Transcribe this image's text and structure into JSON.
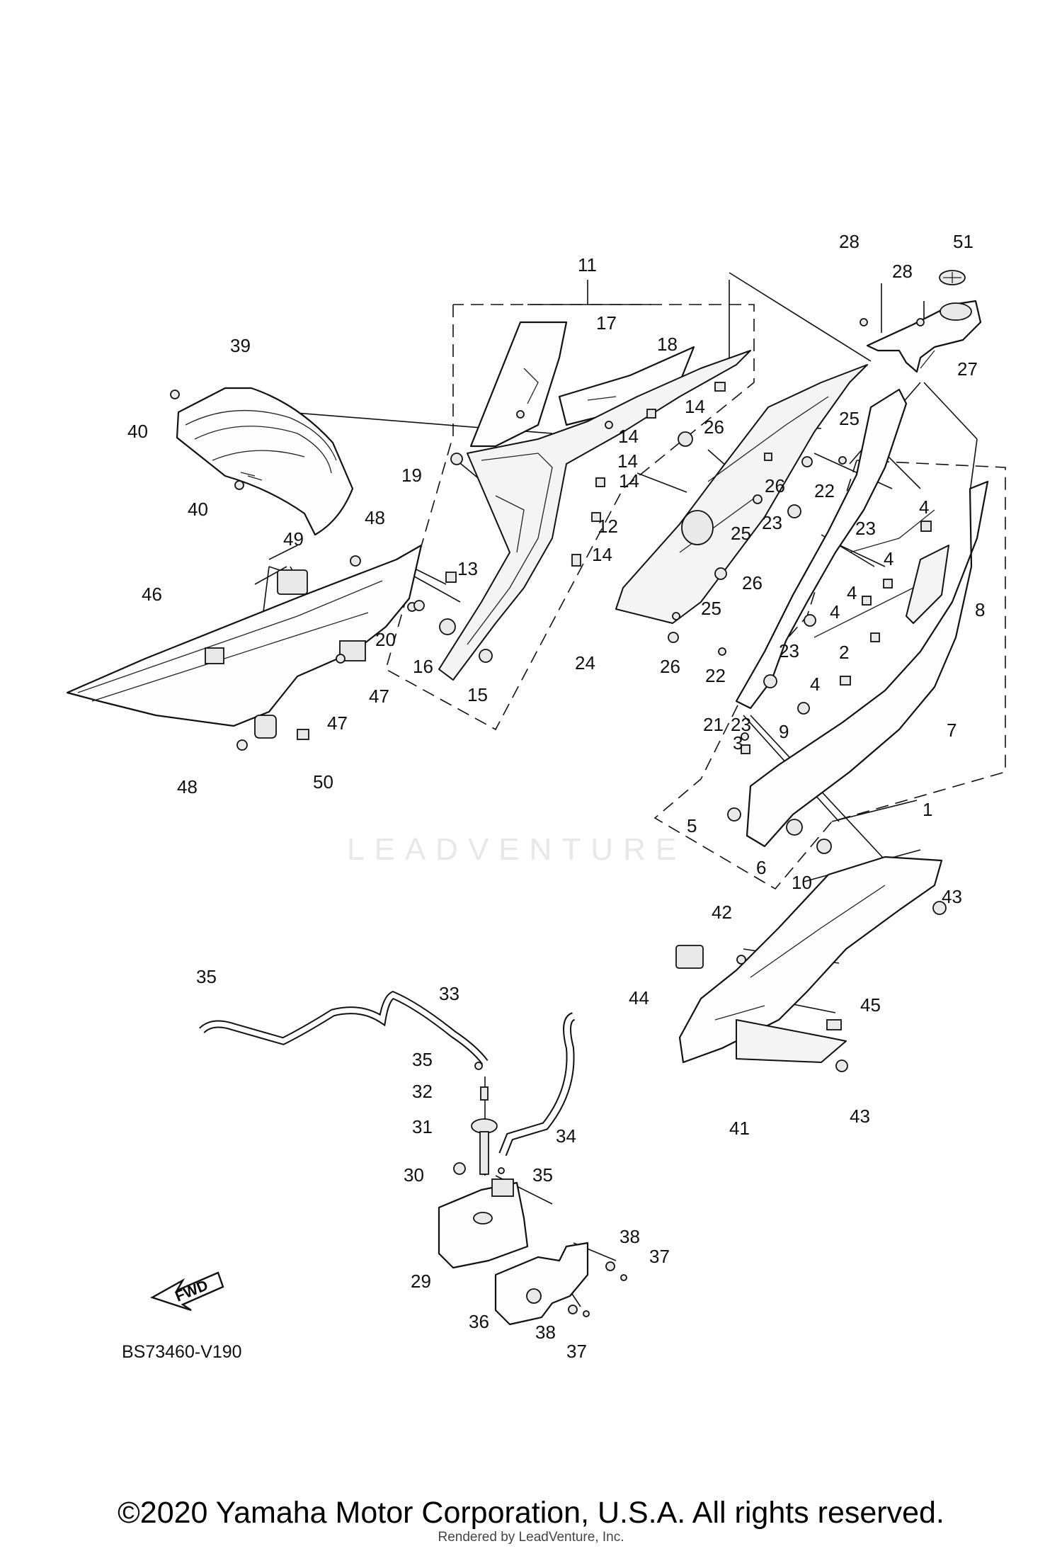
{
  "diagram": {
    "code": "BS73460-V190",
    "fwd_label": "FWD",
    "watermark": "LEADVENTURE",
    "labels": {
      "l1": "1",
      "l2": "2",
      "l3": "3",
      "l4a": "4",
      "l4b": "4",
      "l4c": "4",
      "l4d": "4",
      "l4e": "4",
      "l5": "5",
      "l6": "6",
      "l7": "7",
      "l8": "8",
      "l9": "9",
      "l10": "10",
      "l11": "11",
      "l12": "12",
      "l13": "13",
      "l14a": "14",
      "l14b": "14",
      "l14c": "14",
      "l14d": "14",
      "l14e": "14",
      "l15": "15",
      "l16": "16",
      "l17": "17",
      "l18": "18",
      "l19": "19",
      "l20": "20",
      "l21": "21",
      "l22a": "22",
      "l22b": "22",
      "l23a": "23",
      "l23b": "23",
      "l23c": "23",
      "l23d": "23",
      "l24": "24",
      "l25a": "25",
      "l25b": "25",
      "l25c": "25",
      "l26a": "26",
      "l26b": "26",
      "l26c": "26",
      "l26d": "26",
      "l27": "27",
      "l28a": "28",
      "l28b": "28",
      "l29": "29",
      "l30": "30",
      "l31": "31",
      "l32": "32",
      "l33": "33",
      "l34": "34",
      "l35a": "35",
      "l35b": "35",
      "l35c": "35",
      "l36": "36",
      "l37a": "37",
      "l37b": "37",
      "l38a": "38",
      "l38b": "38",
      "l39": "39",
      "l40a": "40",
      "l40b": "40",
      "l41": "41",
      "l42": "42",
      "l43a": "43",
      "l43b": "43",
      "l44": "44",
      "l45": "45",
      "l46": "46",
      "l47a": "47",
      "l47b": "47",
      "l48a": "48",
      "l48b": "48",
      "l49": "49",
      "l50": "50",
      "l51": "51"
    }
  },
  "footer": {
    "copyright": "©2020 Yamaha Motor Corporation, U.S.A. All rights reserved.",
    "rendered_by": "Rendered by LeadVenture, Inc."
  }
}
